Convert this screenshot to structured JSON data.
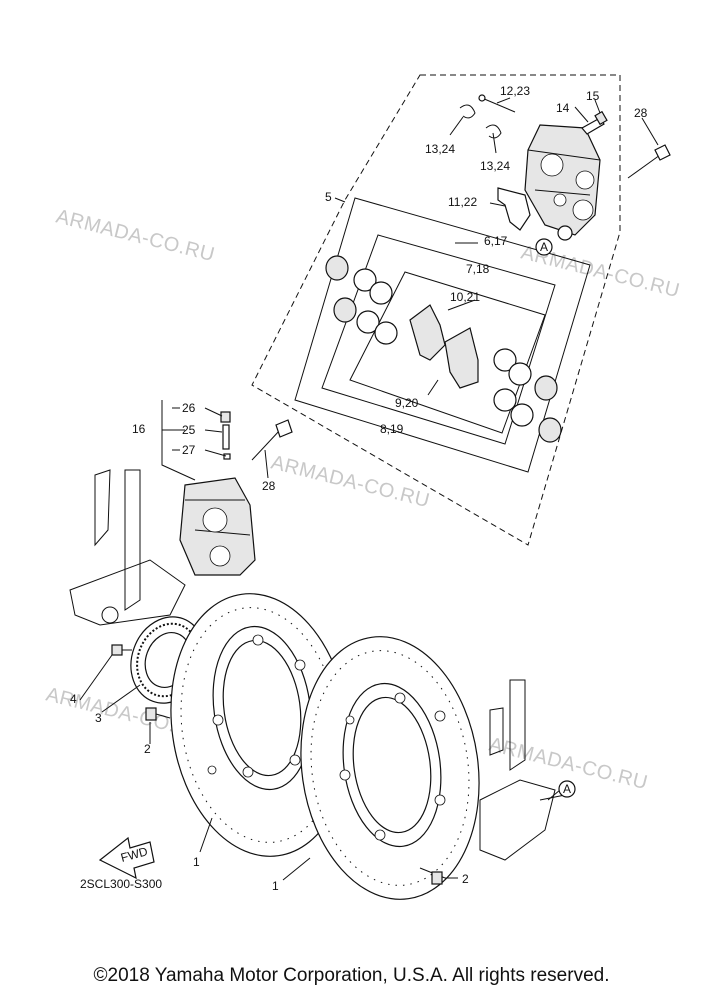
{
  "callouts": {
    "c_12_23": "12,23",
    "c_14": "14",
    "c_15": "15",
    "c_28_top": "28",
    "c_13_24_a": "13,24",
    "c_13_24_b": "13,24",
    "c_5": "5",
    "c_11_22": "11,22",
    "c_6_17": "6,17",
    "c_A_top": "A",
    "c_7_18": "7,18",
    "c_10_21": "10,21",
    "c_9_20": "9,20",
    "c_8_19": "8,19",
    "c_26": "26",
    "c_16": "16",
    "c_25": "25",
    "c_27": "27",
    "c_28_mid": "28",
    "c_4": "4",
    "c_3": "3",
    "c_2_left": "2",
    "c_1_left": "1",
    "c_1_right": "1",
    "c_2_right": "2",
    "c_A_right": "A",
    "fwd": "FWD",
    "diagram_code": "2SCL300-S300"
  },
  "watermark": "ARMADA-CO.RU",
  "copyright": "©2018 Yamaha Motor Corporation, U.S.A. All rights reserved."
}
